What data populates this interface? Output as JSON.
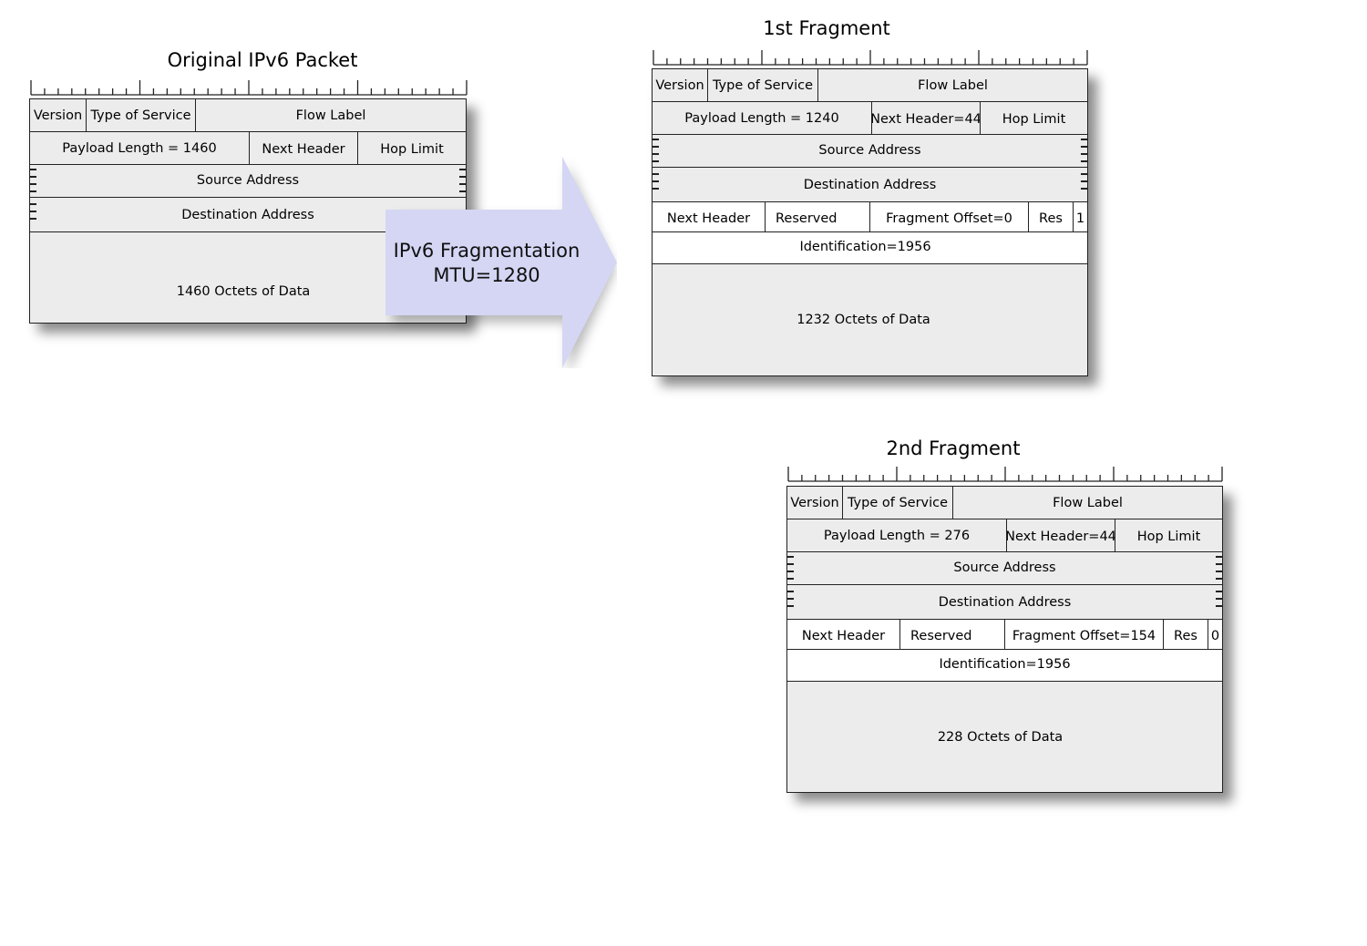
{
  "arrow": {
    "line1": "IPv6 Fragmentation",
    "line2": "MTU=1280",
    "color": "#d4d6f4"
  },
  "original": {
    "title": "Original IPv6 Packet",
    "version": "Version",
    "tos": "Type of Service",
    "flow_label": "Flow Label",
    "payload_length": "Payload Length  =  1460",
    "next_header": "Next Header",
    "hop_limit": "Hop Limit",
    "source": "Source Address",
    "destination": "Destination Address",
    "data": "1460 Octets of Data"
  },
  "fragment1": {
    "title": "1st Fragment",
    "version": "Version",
    "tos": "Type of Service",
    "flow_label": "Flow Label",
    "payload_length": "Payload Length  =  1240",
    "next_header": "Next Header=44",
    "hop_limit": "Hop Limit",
    "source": "Source Address",
    "destination": "Destination Address",
    "frag_next_header": "Next Header",
    "reserved": "Reserved",
    "fragment_offset": "Fragment Offset=0",
    "res": "Res",
    "m_flag": "1",
    "identification": "Identification=1956",
    "data": "1232 Octets of Data"
  },
  "fragment2": {
    "title": "2nd Fragment",
    "version": "Version",
    "tos": "Type of Service",
    "flow_label": "Flow Label",
    "payload_length": "Payload Length  =  276",
    "next_header": "Next Header=44",
    "hop_limit": "Hop Limit",
    "source": "Source Address",
    "destination": "Destination Address",
    "frag_next_header": "Next Header",
    "reserved": "Reserved",
    "fragment_offset": "Fragment Offset=154",
    "res": "Res",
    "m_flag": "0",
    "identification": "Identification=1956",
    "data": "228 Octets of Data"
  }
}
